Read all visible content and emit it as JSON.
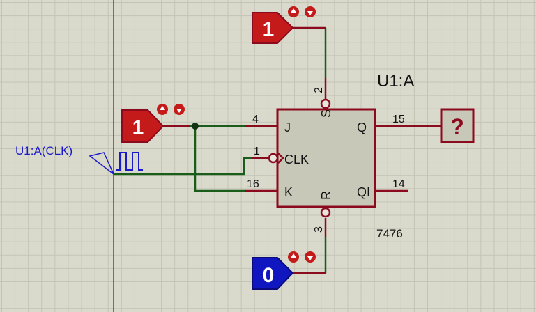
{
  "component": {
    "ref": "U1:A",
    "part": "7476",
    "pins": {
      "j": "J",
      "k": "K",
      "clk": "CLK",
      "s": "S",
      "r": "R",
      "q": "Q",
      "qi": "QI"
    },
    "pin_numbers": {
      "s": "2",
      "j": "4",
      "clk": "1",
      "k": "16",
      "r": "3",
      "q": "15",
      "qi": "14"
    }
  },
  "logic_states": {
    "set_source": "1",
    "jk_source": "1",
    "reset_source": "0",
    "output_probe": "?"
  },
  "generator": {
    "label": "U1:A(CLK)"
  },
  "colors": {
    "wire": "#1a5c1a",
    "pin": "#8b0a1e",
    "state_high": "#c41a1a",
    "state_low": "#1016c0",
    "body_fill": "#c8c8b8",
    "body_stroke": "#8b0a1e",
    "generator": "#1a1acc"
  }
}
